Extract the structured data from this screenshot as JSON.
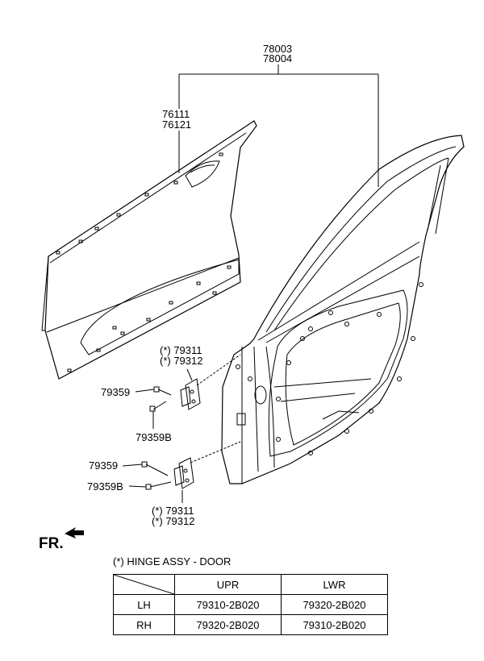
{
  "labels": {
    "assy_top": "78003",
    "assy_bottom": "78004",
    "panel_top": "76111",
    "panel_bottom": "76121",
    "upper_hinge_top": "(*) 79311",
    "upper_hinge_bottom": "(*) 79312",
    "upper_bolt": "79359",
    "upper_bolt_b": "79359B",
    "lower_bolt": "79359",
    "lower_bolt_b": "79359B",
    "lower_hinge_top": "(*) 79311",
    "lower_hinge_bottom": "(*) 79312",
    "front_marker": "FR."
  },
  "legend": {
    "title": "(*) HINGE ASSY - DOOR"
  },
  "table": {
    "headers": [
      "",
      "UPR",
      "LWR"
    ],
    "rows": [
      {
        "side": "LH",
        "upr": "79310-2B020",
        "lwr": "79320-2B020"
      },
      {
        "side": "RH",
        "upr": "79320-2B020",
        "lwr": "79310-2B020"
      }
    ]
  }
}
